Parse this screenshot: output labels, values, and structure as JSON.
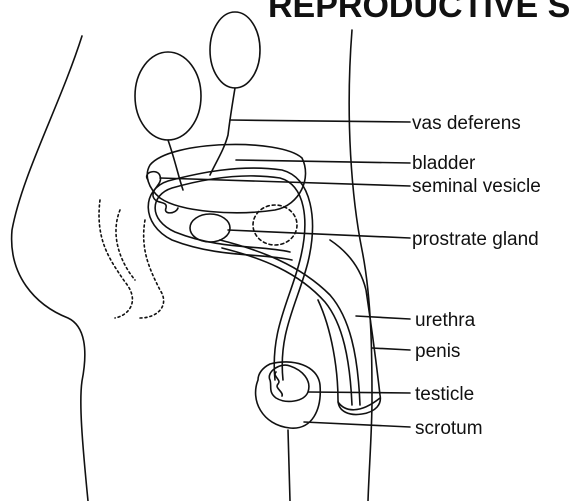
{
  "diagram": {
    "title_fragment": "REPRODUCTIVE SYS",
    "labels": {
      "vas_deferens": "vas deferens",
      "bladder": "bladder",
      "seminal_vesicle": "seminal vesicle",
      "prostrate_gland": "prostrate gland",
      "urethra": "urethra",
      "penis": "penis",
      "testicle": "testicle",
      "scrotum": "scrotum"
    },
    "colors": {
      "ink": "#111111",
      "paper": "#ffffff"
    }
  }
}
